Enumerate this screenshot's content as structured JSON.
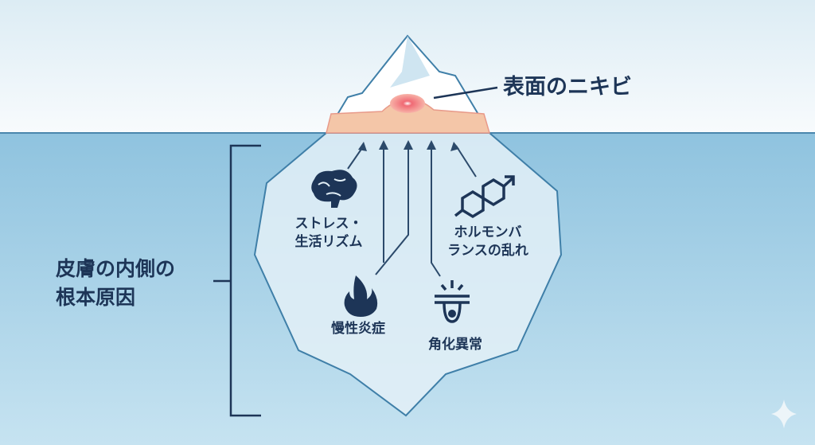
{
  "surface_label": "表面のニキビ",
  "root_label": "皮膚の内側の\n根本原因",
  "causes": [
    {
      "label": "ストレス・\n生活リズム",
      "icon": "brain-icon"
    },
    {
      "label": "慢性炎症",
      "icon": "flame-icon"
    },
    {
      "label": "角化異常",
      "icon": "pore-icon"
    },
    {
      "label": "ホルモンバ\nランスの乱れ",
      "icon": "hormone-molecule-icon"
    }
  ],
  "colors": {
    "ink": "#1d3557",
    "sky": "#eef6fa",
    "water": "#a9d3e8",
    "skin": "#f4c6a8"
  }
}
